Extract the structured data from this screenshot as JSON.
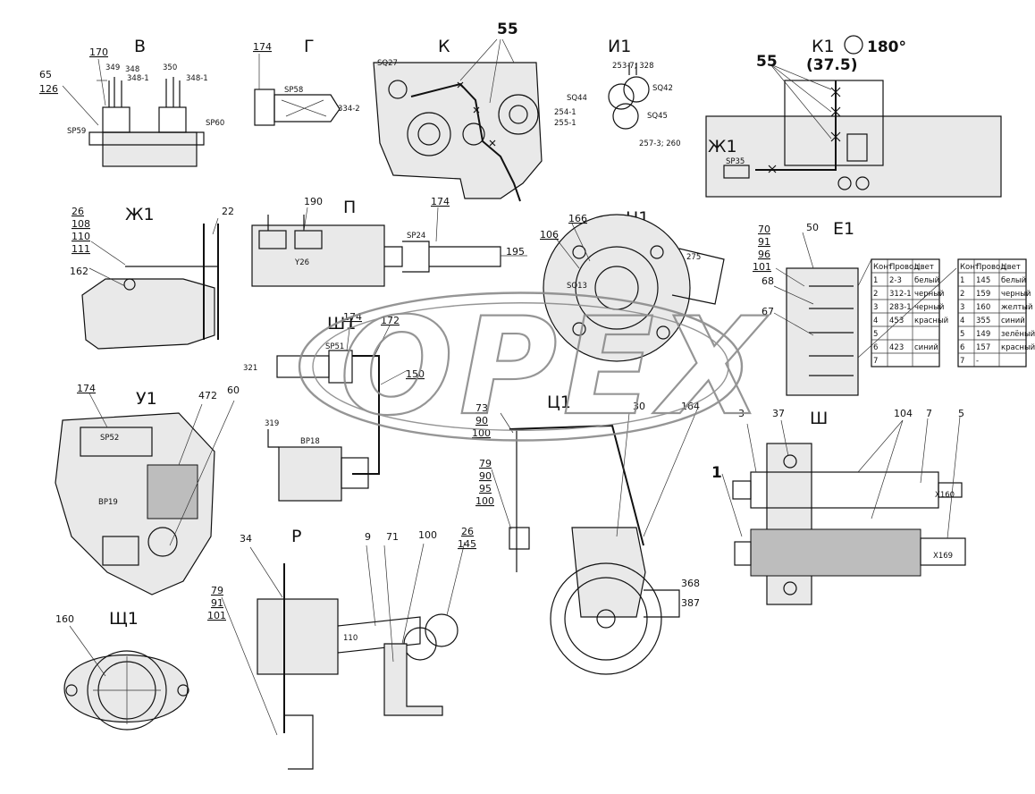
{
  "watermark": {
    "text": "OPEX",
    "logo": "opex-oval-watermark"
  },
  "views": {
    "B": "В",
    "G": "Г",
    "K": "К",
    "I1": "И1",
    "K1": "К1",
    "P": "П",
    "Zh1": "Ж1",
    "N1": "Н1",
    "E1": "Е1",
    "Sh1": "Ш1",
    "U1": "У1",
    "Ts1": "Ц1",
    "Sh": "Ш",
    "R": "Р",
    "Shch1": "Щ1"
  },
  "k1_angle": "180°",
  "k1_ref": "(37.5)",
  "labels": {
    "v_65": "65",
    "v_126": "126",
    "v_170": "170",
    "v_349": "349",
    "v_348": "348",
    "v_348_1a": "348-1",
    "v_350": "350",
    "v_348_1b": "348-1",
    "v_sp59": "SP59",
    "v_sp60": "SP60",
    "g_174": "174",
    "g_sp58": "SP58",
    "g_334_2": "334-2",
    "k_sq27": "SQ27",
    "k_55": "55",
    "i_253": "253-7; 328",
    "i_sq44": "SQ44",
    "i_sq42": "SQ42",
    "i_254": "254-1",
    "i_255": "255-1",
    "i_sq45": "SQ45",
    "k1_55": "55",
    "k1_257": "257-3; 260",
    "k1_sp35": "SP35",
    "p_190": "190",
    "p_174": "174",
    "p_sp24": "SP24",
    "p_195": "195",
    "p_y26": "Y26",
    "zh_26": "26",
    "zh_108": "108",
    "zh_110": "110",
    "zh_111": "111",
    "zh_22": "22",
    "zh_162": "162",
    "n_166": "166",
    "n_106": "106",
    "n_sq13": "SQ13",
    "n_275": "275",
    "e_70": "70",
    "e_91": "91",
    "e_96": "96",
    "e_101": "101",
    "e_50": "50",
    "e_68": "68",
    "e_67": "67",
    "sh1_174": "174",
    "sh1_172": "172",
    "sh1_sp51": "SP51",
    "sh1_321": "321",
    "sh1_150": "150",
    "sh1_319": "319",
    "sh1_bp18": "BP18",
    "u_174": "174",
    "u_472": "472",
    "u_60": "60",
    "u_sp52": "SP52",
    "u_bp19": "BP19",
    "ts_73": "73",
    "ts_90": "90",
    "ts_100": "100",
    "ts_30": "30",
    "ts_164": "164",
    "ts_79": "79",
    "ts_90b": "90",
    "ts_95": "95",
    "ts_100b": "100",
    "ts_368": "368",
    "ts_387": "387",
    "sh_3": "3",
    "sh_37": "37",
    "sh_104": "104",
    "sh_7": "7",
    "sh_5": "5",
    "sh_1": "1",
    "sh_x160": "X160",
    "sh_x169": "X169",
    "r_34": "34",
    "r_9": "9",
    "r_71": "71",
    "r_100": "100",
    "r_26": "26",
    "r_145": "145",
    "r_79": "79",
    "r_91": "91",
    "r_101": "101",
    "r_110": "110",
    "q_160": "160"
  },
  "wire_tables": {
    "left": {
      "header": [
        "Конт.",
        "Провод",
        "Цвет"
      ],
      "rows": [
        [
          "1",
          "2-3",
          "белый"
        ],
        [
          "2",
          "312-1",
          "черный"
        ],
        [
          "3",
          "283-1",
          "черный"
        ],
        [
          "4",
          "453",
          "красный"
        ],
        [
          "5",
          "",
          ""
        ],
        [
          "6",
          "423",
          "синий"
        ],
        [
          "7",
          "",
          ""
        ]
      ]
    },
    "right": {
      "header": [
        "Конт.",
        "Провод",
        "Цвет"
      ],
      "rows": [
        [
          "1",
          "145",
          "белый"
        ],
        [
          "2",
          "159",
          "черный"
        ],
        [
          "3",
          "160",
          "желтый"
        ],
        [
          "4",
          "355",
          "синий"
        ],
        [
          "5",
          "149",
          "зелёный"
        ],
        [
          "6",
          "157",
          "красный"
        ],
        [
          "7",
          "-",
          ""
        ]
      ]
    }
  },
  "colors": {
    "ink": "#111111",
    "paper": "#ffffff",
    "watermark": "#8a8a8a"
  }
}
